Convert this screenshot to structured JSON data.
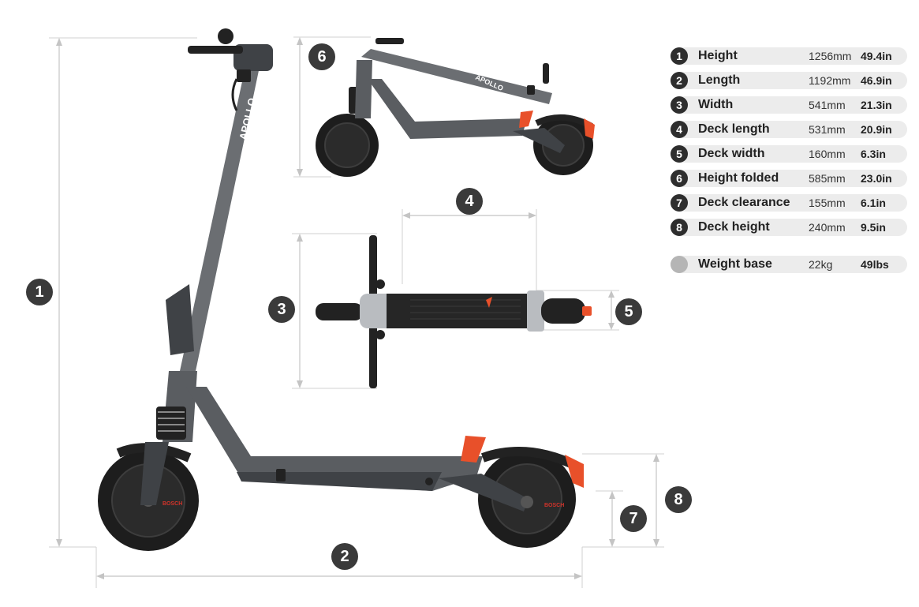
{
  "brand": {
    "wordmark": "APOLLO",
    "motor_badge": "BOSCH"
  },
  "dimension_markers": {
    "height": "1",
    "length": "2",
    "width": "3",
    "deck_length": "4",
    "deck_width": "5",
    "height_folded": "6",
    "deck_clearance": "7",
    "deck_height": "8"
  },
  "specs": [
    {
      "number": "1",
      "label": "Height",
      "metric": "1256mm",
      "imperial": "49.4in"
    },
    {
      "number": "2",
      "label": "Length",
      "metric": "1192mm",
      "imperial": "46.9in"
    },
    {
      "number": "3",
      "label": "Width",
      "metric": "541mm",
      "imperial": "21.3in"
    },
    {
      "number": "4",
      "label": "Deck length",
      "metric": "531mm",
      "imperial": "20.9in"
    },
    {
      "number": "5",
      "label": "Deck width",
      "metric": "160mm",
      "imperial": "6.3in"
    },
    {
      "number": "6",
      "label": "Height folded",
      "metric": "585mm",
      "imperial": "23.0in"
    },
    {
      "number": "7",
      "label": "Deck clearance",
      "metric": "155mm",
      "imperial": "6.1in"
    },
    {
      "number": "8",
      "label": "Deck height",
      "metric": "240mm",
      "imperial": "9.5in"
    }
  ],
  "weight": {
    "label": "Weight base",
    "metric": "22kg",
    "imperial": "49lbs"
  },
  "colors": {
    "accent": "#e8502a",
    "badge": "#3a3a3a",
    "row_bg": "#ececec",
    "frame": "#5a5d61"
  }
}
